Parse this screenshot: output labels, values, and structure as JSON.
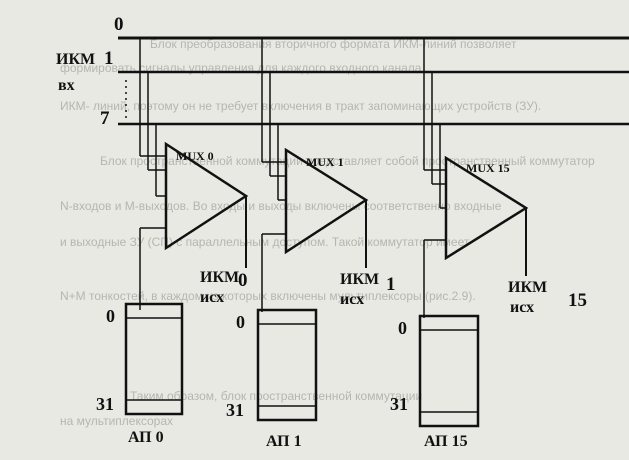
{
  "bus": {
    "line_top": "0",
    "line_mid": "1",
    "line_bottom": "7",
    "input_label_1": "ИКМ",
    "input_label_2": "вх"
  },
  "muxes": [
    {
      "label": "MUX 0",
      "out_label_1": "ИКМ",
      "out_label_2": "исх",
      "out_num": "0"
    },
    {
      "label": "MUX 1",
      "out_label_1": "ИКМ",
      "out_label_2": "исх",
      "out_num": "1"
    },
    {
      "label": "MUX 15",
      "out_label_1": "ИКМ",
      "out_label_2": "исх",
      "out_num": "15"
    }
  ],
  "memories": [
    {
      "top_num": "0",
      "bottom_num": "31",
      "label": "АП 0"
    },
    {
      "top_num": "0",
      "bottom_num": "31",
      "label": "АП 1"
    },
    {
      "top_num": "0",
      "bottom_num": "31",
      "label": "АП 15"
    }
  ],
  "background_text": [
    "Блок преобразования вторичного формата ИКМ-линий позволяет",
    "формировать сигналы управления для каждого входного канала",
    "ИКМ- линий, поэтому он не требует включения в тракт запоминающих устройств (ЗУ).",
    "Блок пространственной коммутации представляет собой пространственный коммутатор",
    "N-входов и M-выходов. Во входы и выходы включены соответственно входные",
    "и выходные ЗУ (СП) с параллельным доступом. Такой коммутатор имеет",
    "N+M тонкостей, в каждом из которых включены мультиплексоры (рис.2.9).",
    "Таким образом, блок пространственной коммутации",
    "на мультиплексорах"
  ]
}
